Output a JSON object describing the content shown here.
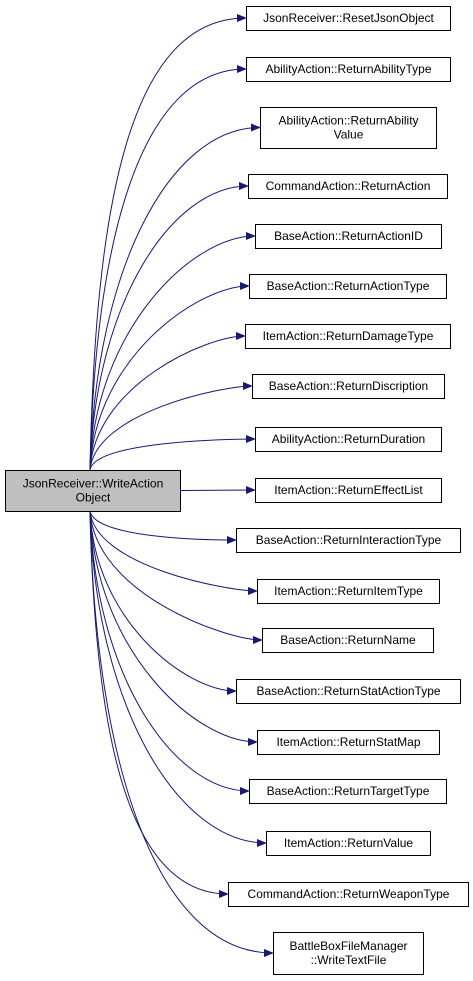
{
  "colors": {
    "edge": "#191970",
    "node_border": "#000000",
    "node_fill": "#ffffff",
    "root_fill": "#bfbfbf"
  },
  "root": {
    "lines": [
      "JsonReceiver::WriteAction",
      "Object"
    ]
  },
  "callees": [
    {
      "lines": [
        "JsonReceiver::ResetJsonObject"
      ]
    },
    {
      "lines": [
        "AbilityAction::ReturnAbilityType"
      ]
    },
    {
      "lines": [
        "AbilityAction::ReturnAbility",
        "Value"
      ]
    },
    {
      "lines": [
        "CommandAction::ReturnAction"
      ]
    },
    {
      "lines": [
        "BaseAction::ReturnActionID"
      ]
    },
    {
      "lines": [
        "BaseAction::ReturnActionType"
      ]
    },
    {
      "lines": [
        "ItemAction::ReturnDamageType"
      ]
    },
    {
      "lines": [
        "BaseAction::ReturnDiscription"
      ]
    },
    {
      "lines": [
        "AbilityAction::ReturnDuration"
      ]
    },
    {
      "lines": [
        "ItemAction::ReturnEffectList"
      ]
    },
    {
      "lines": [
        "BaseAction::ReturnInteractionType"
      ]
    },
    {
      "lines": [
        "ItemAction::ReturnItemType"
      ]
    },
    {
      "lines": [
        "BaseAction::ReturnName"
      ]
    },
    {
      "lines": [
        "BaseAction::ReturnStatActionType"
      ]
    },
    {
      "lines": [
        "ItemAction::ReturnStatMap"
      ]
    },
    {
      "lines": [
        "BaseAction::ReturnTargetType"
      ]
    },
    {
      "lines": [
        "ItemAction::ReturnValue"
      ]
    },
    {
      "lines": [
        "CommandAction::ReturnWeaponType"
      ]
    },
    {
      "lines": [
        "BattleBoxFileManager",
        "::WriteTextFile"
      ]
    }
  ]
}
